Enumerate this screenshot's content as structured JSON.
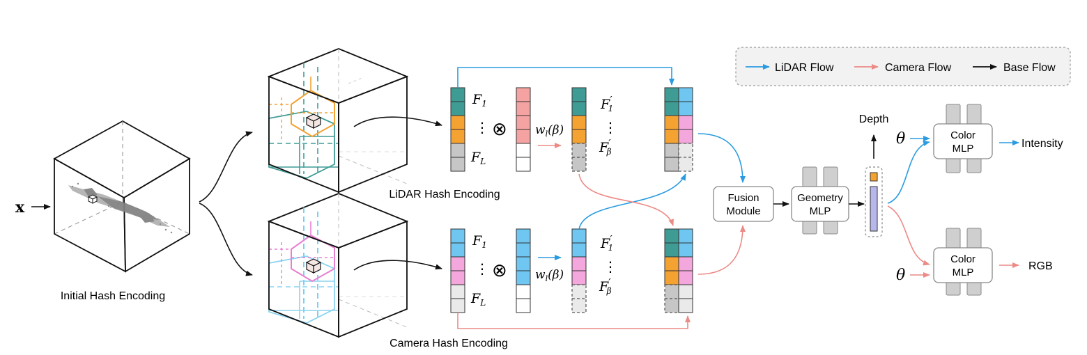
{
  "input": {
    "x_label": "x"
  },
  "labels": {
    "initial_hash_encoding": "Initial Hash Encoding",
    "lidar_hash_encoding": "LiDAR Hash Encoding",
    "camera_hash_encoding": "Camera Hash Encoding"
  },
  "legend": {
    "lidar_flow": "LiDAR Flow",
    "camera_flow": "Camera Flow",
    "base_flow": "Base Flow"
  },
  "features": {
    "f1": "F",
    "f1_sub": "1",
    "fl": "F",
    "fl_sub": "L",
    "f1_prime": "F",
    "f1_prime_sub": "1",
    "fbeta_prime": "F",
    "fbeta_prime_sub": "β",
    "prime_mark": "′",
    "vdots": "⋮",
    "otimes": "⊗",
    "weight": "w",
    "weight_sub": "l",
    "weight_arg": "(β)"
  },
  "modules": {
    "fusion_line1": "Fusion",
    "fusion_line2": "Module",
    "geometry_line1": "Geometry",
    "geometry_line2": "MLP",
    "color_line1": "Color",
    "color_line2": "MLP",
    "theta": "θ"
  },
  "outputs": {
    "depth": "Depth",
    "intensity": "Intensity",
    "rgb": "RGB"
  },
  "colors": {
    "lidar": "#2a9be0",
    "camera": "#ec8a86",
    "base": "#111111",
    "teal": "#3e9c95",
    "orange": "#f4a232",
    "gray": "#c6c6c6",
    "salmon": "#f5a3a2",
    "lightblue": "#6ec6f1",
    "pink": "#f4a7dc",
    "lightgray": "#eaeaea",
    "lavender": "#b7b7ec",
    "module_gray": "#cfcfcf"
  }
}
